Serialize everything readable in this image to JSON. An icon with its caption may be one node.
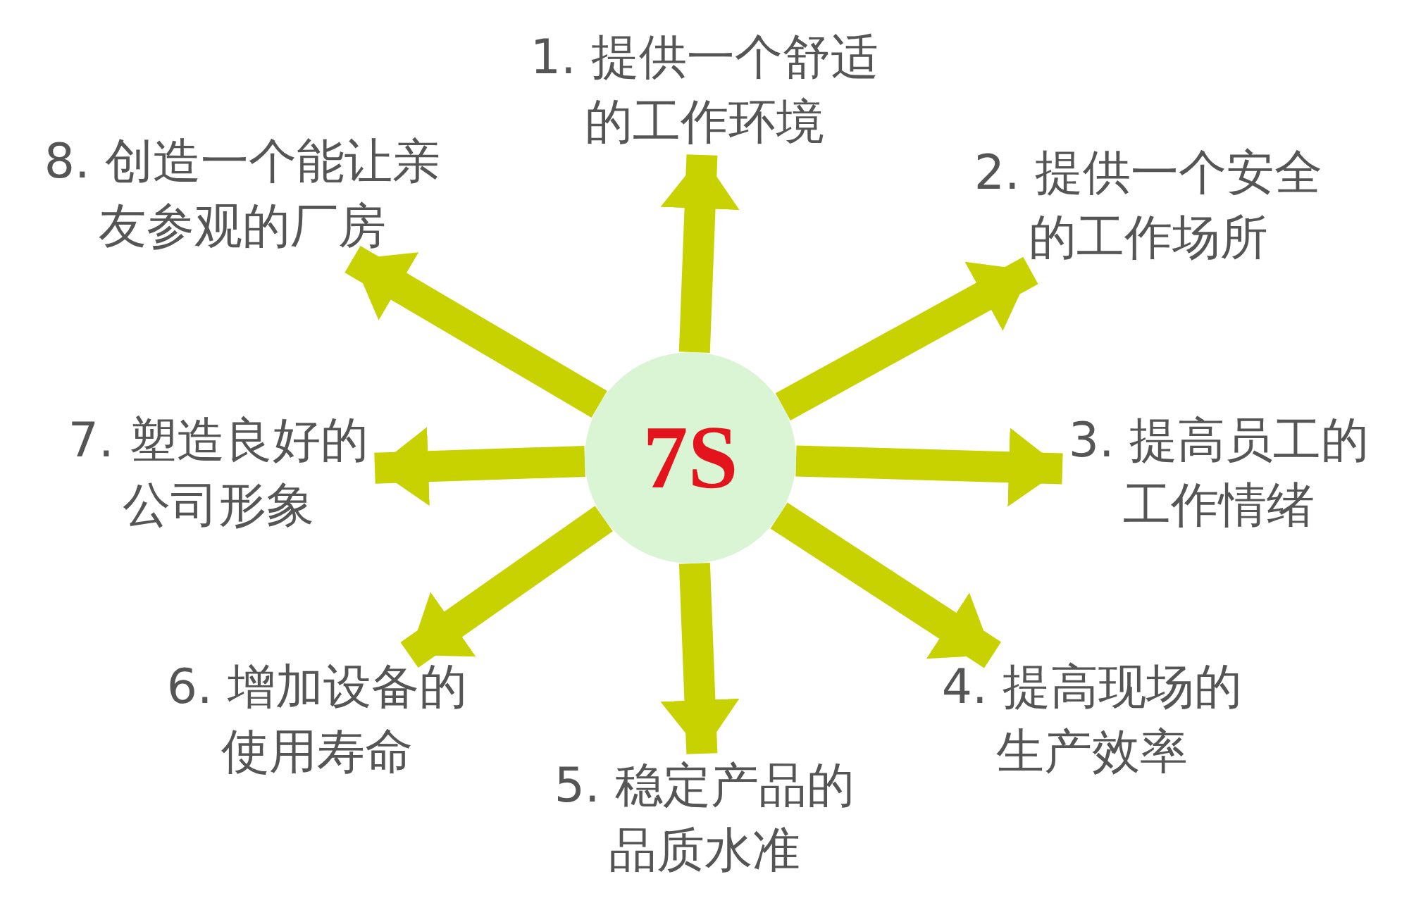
{
  "diagram": {
    "nodes": [
      {
        "text": [
          "7S"
        ]
      },
      {
        "text": [
          "1. 提供一个舒适的工作环境"
        ]
      },
      {
        "text": [
          "2. 提供一个安全的工作场所"
        ]
      },
      {
        "text": [
          "3. 提高员工的工作情绪"
        ]
      },
      {
        "text": [
          "4. 提高现场的生产效率"
        ]
      },
      {
        "text": [
          "5. 稳定产品的品质水准"
        ]
      },
      {
        "text": [
          "6. 增加设备的使用寿命"
        ]
      },
      {
        "text": [
          "7. 塑造良好的公司形象"
        ]
      },
      {
        "text": [
          "8. 创造一个能让亲友参观的厂房"
        ]
      }
    ],
    "edges": [
      {
        "from": 0,
        "to": 1,
        "arrow": "to"
      },
      {
        "from": 0,
        "to": 2,
        "arrow": "to"
      },
      {
        "from": 0,
        "to": 3,
        "arrow": "to"
      },
      {
        "from": 0,
        "to": 4,
        "arrow": "to"
      },
      {
        "from": 0,
        "to": 5,
        "arrow": "to"
      },
      {
        "from": 0,
        "to": 6,
        "arrow": "to"
      },
      {
        "from": 0,
        "to": 7,
        "arrow": "to"
      },
      {
        "from": 0,
        "to": 8,
        "arrow": "to"
      }
    ]
  }
}
